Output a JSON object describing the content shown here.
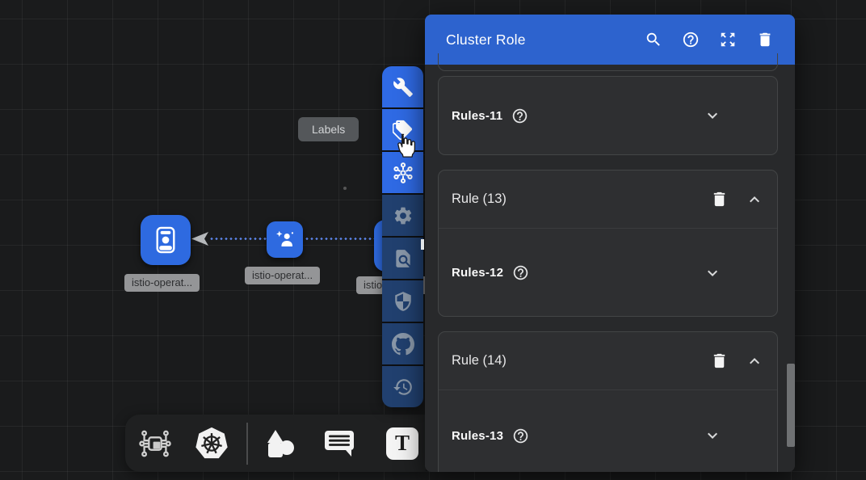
{
  "canvas": {
    "tooltip_label": "Labels",
    "nodes": [
      {
        "label": "istio-operat..."
      },
      {
        "label": "istio-operat..."
      },
      {
        "label": "istio-operat..."
      }
    ]
  },
  "left_toolbar": {
    "items": [
      "wrench",
      "labels-tag",
      "hub",
      "settings-gear",
      "find-in-page",
      "shield",
      "github",
      "history"
    ]
  },
  "bottom_toolbar": {
    "items": [
      "circuit",
      "kubernetes",
      "shapes",
      "comment",
      "text"
    ],
    "text_tool_glyph": "T"
  },
  "panel": {
    "title": "Cluster Role",
    "header_icons": [
      "search",
      "help",
      "expand",
      "delete"
    ],
    "rules11_label": "Rules-11",
    "groups": [
      {
        "title": "Rule (13)",
        "rule_label": "Rules-12"
      },
      {
        "title": "Rule (14)",
        "rule_label": "Rules-13"
      }
    ]
  },
  "colors": {
    "canvas_bg": "#1a1b1c",
    "panel_header_blue": "#2d63ce",
    "toolbar_active_blue": "#2f6ae4",
    "toolbar_navy": "#21406f",
    "node_blue": "#2e6ae0",
    "panel_bg": "#28292b",
    "card_bg": "#2e2f31",
    "label_gray": "#9ea0a2"
  }
}
